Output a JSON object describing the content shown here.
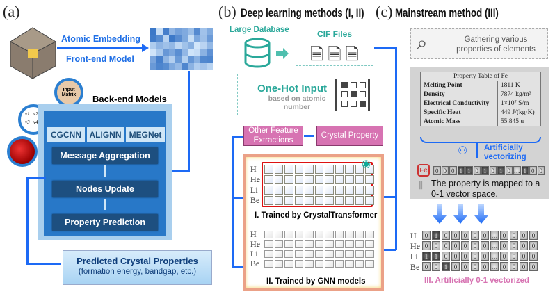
{
  "panel_a": {
    "label": "(a)",
    "atomic_embedding": "Atomic Embedding",
    "front_end_model": "Front-end Model",
    "input_matrix": "Input Matrix",
    "graph_nodes": [
      "v1",
      "v2",
      "v3",
      "v4"
    ],
    "back_end_title": "Back-end Models",
    "models": [
      "CGCNN",
      "ALIGNN",
      "MEGNet"
    ],
    "steps": [
      "Message Aggregation",
      "Nodes Update",
      "Property Prediction"
    ],
    "output_title": "Predicted Crystal Properties",
    "output_subtitle": "(formation energy, bandgap, etc.)"
  },
  "panel_b": {
    "label": "(b)",
    "title": "Deep learning methods (I, II)",
    "large_database": "Large Database",
    "cif_files": "CIF Files",
    "one_hot_title": "One-Hot Input",
    "one_hot_sub": "based on atomic number",
    "other_features": "Other Feature Extractions",
    "crystal_property": "Crystal Property",
    "elements": [
      "H",
      "He",
      "Li",
      "Be"
    ],
    "trained_1": "I. Trained by CrystalTransformer",
    "trained_2": "II. Trained by GNN models"
  },
  "panel_c": {
    "label": "(c)",
    "title": "Mainstream method (III)",
    "gathering": "Gathering various properties of elements",
    "table_title": "Property Table of Fe",
    "table_rows": [
      [
        "Melting Point",
        "1811 K"
      ],
      [
        "Density",
        "7874 kg/m³"
      ],
      [
        "Electrical Conductivity",
        "1×10⁷ S/m"
      ],
      [
        "Specific Heat",
        "449 J/(kg·K)"
      ],
      [
        "Atomic Mass",
        "55.845 u"
      ]
    ],
    "vectorizing": "Artificially vectorizing",
    "element_symbol": "Fe",
    "fe_vector": [
      "0",
      "0",
      "0",
      "1",
      "1",
      "0",
      "1",
      "0",
      "1",
      "0",
      "…",
      "1",
      "0",
      "0"
    ],
    "mapped_text": "The property is mapped to a 0-1 vector space.",
    "elements": [
      "H",
      "He",
      "Li",
      "Be"
    ],
    "vectors": [
      [
        "0",
        "1",
        "0",
        "0",
        "0",
        "0",
        "0",
        "…",
        "0",
        "0",
        "0",
        "0"
      ],
      [
        "0",
        "0",
        "0",
        "0",
        "0",
        "0",
        "0",
        "…",
        "0",
        "0",
        "0",
        "0"
      ],
      [
        "1",
        "1",
        "0",
        "0",
        "0",
        "0",
        "0",
        "…",
        "0",
        "0",
        "0",
        "0"
      ],
      [
        "0",
        "0",
        "1",
        "0",
        "0",
        "0",
        "0",
        "…",
        "0",
        "0",
        "0",
        "0"
      ]
    ],
    "vectors_caption": "III. Artificially 0-1 vectorized"
  },
  "colors": {
    "arrow_blue": "#1d6af5",
    "teal": "#2aa89a",
    "pink": "#d773b2",
    "dark_blue": "#1d4f80"
  }
}
